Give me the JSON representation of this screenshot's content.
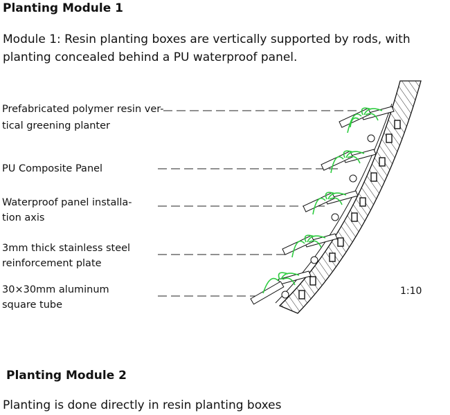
{
  "module1": {
    "title": "Planting Module 1",
    "description": "Module 1: Resin planting boxes are vertically supported by rods, with planting concealed behind a PU waterproof panel."
  },
  "labels": [
    {
      "line1": "Prefabricated polymer resin ver-",
      "line2": "tical greening planter"
    },
    {
      "line1": "PU Composite Panel",
      "line2": ""
    },
    {
      "line1": "Waterproof panel installa-",
      "line2": "tion axis"
    },
    {
      "line1": "3mm thick stainless steel",
      "line2": "reinforcement plate"
    },
    {
      "line1": "30×30mm aluminum",
      "line2": "square tube"
    }
  ],
  "scale": "1:10",
  "module2": {
    "title": "Planting Module 2",
    "description": "Planting is done directly in resin planting boxes"
  },
  "colors": {
    "plants": "#2ecc40",
    "lines": "#111111"
  }
}
